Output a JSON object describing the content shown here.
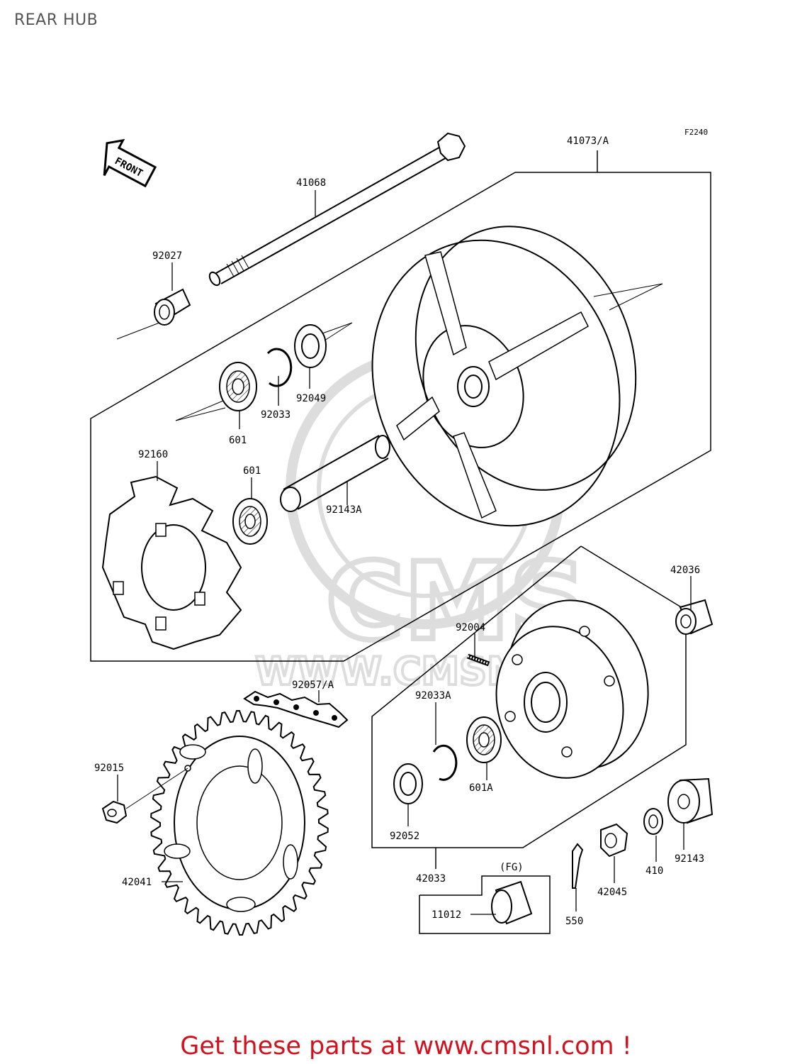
{
  "header": {
    "title": "REAR HUB"
  },
  "figure": {
    "code": "F2240",
    "front_marker": "FRONT",
    "watermark": {
      "brand": "CMS",
      "url": "WWW.CMSNL.CO"
    },
    "fg_note": "(FG)",
    "parts": {
      "p41073A": "41073/A",
      "p41068": "41068",
      "p92027": "92027",
      "p92049": "92049",
      "p92033": "92033",
      "p601_top": "601",
      "p92160": "92160",
      "p601_mid": "601",
      "p92143A": "92143A",
      "p42036": "42036",
      "p92004": "92004",
      "p92057A": "92057/A",
      "p92033A": "92033A",
      "p601A": "601A",
      "p92015": "92015",
      "p92052": "92052",
      "p42041": "42041",
      "p42033": "42033",
      "p11012": "11012",
      "p550": "550",
      "p42045": "42045",
      "p410": "410",
      "p92143": "92143"
    }
  },
  "footer": {
    "text": "Get these parts at www.cmsnl.com !",
    "color": "#d3101c"
  }
}
